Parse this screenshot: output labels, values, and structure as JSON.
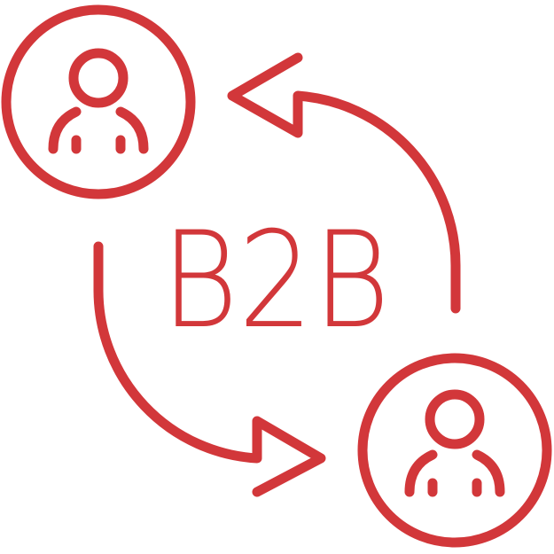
{
  "icon": {
    "label": "B2B",
    "color": "#d2373a",
    "parties": [
      {
        "name": "business-a",
        "icon": "user-icon"
      },
      {
        "name": "business-b",
        "icon": "user-icon"
      }
    ],
    "arrows": [
      {
        "name": "arrow-a-to-b",
        "direction": "clockwise-down-right"
      },
      {
        "name": "arrow-b-to-a",
        "direction": "clockwise-up-left"
      }
    ]
  }
}
